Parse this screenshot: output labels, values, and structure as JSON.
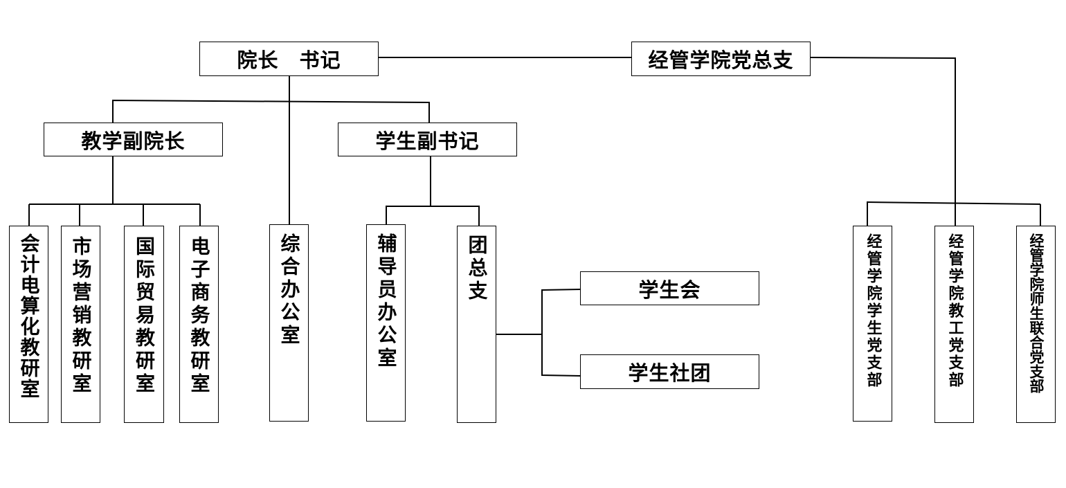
{
  "top": {
    "dean_secretary": "院长　书记",
    "party_branch": "经管学院党总支"
  },
  "deputies": {
    "teaching_vice_dean": "教学副院长",
    "student_vice_secretary": "学生副书记"
  },
  "teaching_units": [
    "会计电算化教研室",
    "市场营销教研室",
    "国际贸易教研室",
    "电子商务教研室"
  ],
  "general_office": "综合办公室",
  "student_units": {
    "counselor_office": "辅导员办公室",
    "league_branch": "团总支"
  },
  "league_units": {
    "student_union": "学生会",
    "student_clubs": "学生社团"
  },
  "party_branches": [
    "经管学院学生党支部",
    "经管学院教工党支部",
    "经管学院师生联合党支部"
  ]
}
